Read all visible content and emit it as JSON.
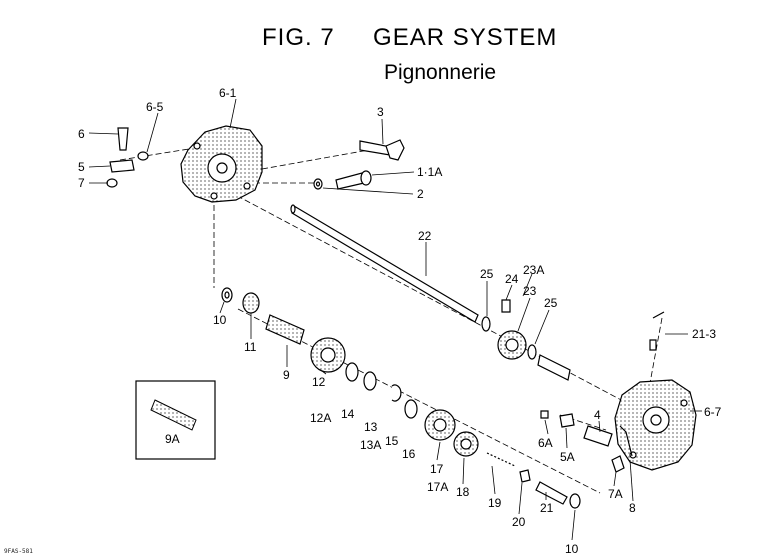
{
  "header": {
    "title": "FIG. 7     GEAR SYSTEM",
    "subtitle": "Pignonnerie"
  },
  "callouts": [
    {
      "key": "6_1",
      "text": "6-1"
    },
    {
      "key": "6_5",
      "text": "6-5"
    },
    {
      "key": "3",
      "text": "3"
    },
    {
      "key": "6",
      "text": "6"
    },
    {
      "key": "5",
      "text": "5"
    },
    {
      "key": "7",
      "text": "7"
    },
    {
      "key": "1_1a",
      "text": "1·1A"
    },
    {
      "key": "2",
      "text": "2"
    },
    {
      "key": "22",
      "text": "22"
    },
    {
      "key": "25a",
      "text": "25"
    },
    {
      "key": "24",
      "text": "24"
    },
    {
      "key": "23a",
      "text": "23A"
    },
    {
      "key": "23",
      "text": "23"
    },
    {
      "key": "25b",
      "text": "25"
    },
    {
      "key": "21_3",
      "text": "21-3"
    },
    {
      "key": "10a",
      "text": "10"
    },
    {
      "key": "11",
      "text": "11"
    },
    {
      "key": "9",
      "text": "9"
    },
    {
      "key": "12",
      "text": "12"
    },
    {
      "key": "12a",
      "text": "12A"
    },
    {
      "key": "14",
      "text": "14"
    },
    {
      "key": "13",
      "text": "13"
    },
    {
      "key": "13a",
      "text": "13A"
    },
    {
      "key": "15",
      "text": "15"
    },
    {
      "key": "16",
      "text": "16"
    },
    {
      "key": "17",
      "text": "17"
    },
    {
      "key": "17a",
      "text": "17A"
    },
    {
      "key": "18",
      "text": "18"
    },
    {
      "key": "19",
      "text": "19"
    },
    {
      "key": "20",
      "text": "20"
    },
    {
      "key": "21",
      "text": "21"
    },
    {
      "key": "10b",
      "text": "10"
    },
    {
      "key": "6a",
      "text": "6A"
    },
    {
      "key": "5a",
      "text": "5A"
    },
    {
      "key": "4",
      "text": "4"
    },
    {
      "key": "7a",
      "text": "7A"
    },
    {
      "key": "8",
      "text": "8"
    },
    {
      "key": "6_7",
      "text": "6-7"
    },
    {
      "key": "9a",
      "text": "9A"
    }
  ],
  "footer": {
    "code": "9FAS-581"
  }
}
